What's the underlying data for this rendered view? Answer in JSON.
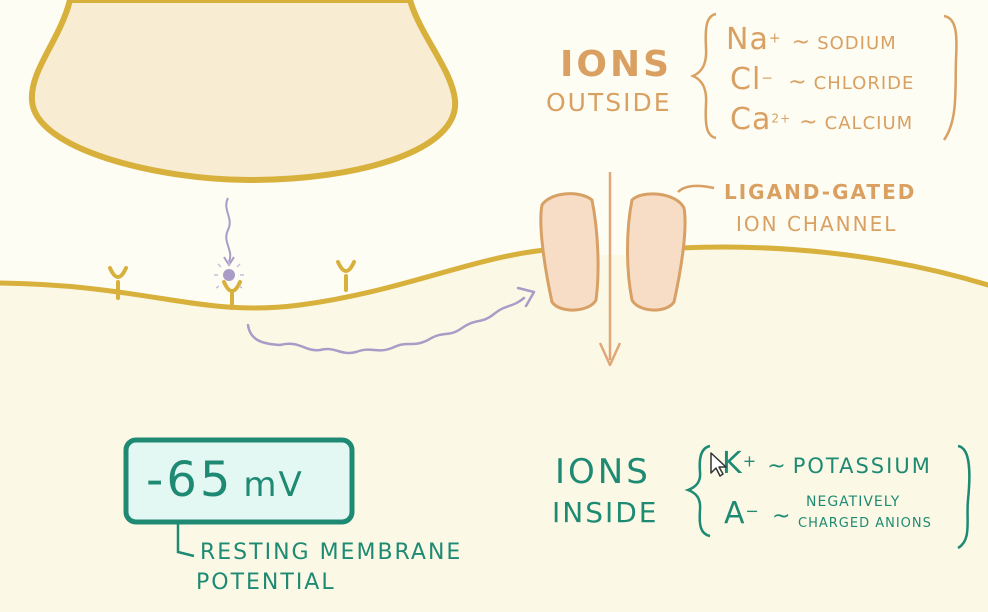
{
  "colors": {
    "membrane": "#d8b03c",
    "cell_fill": "#f8ecd2",
    "inside_fill": "#fbf9e6",
    "outside_fill": "#fdfdf3",
    "channel_fill": "#f7ddc6",
    "channel_stroke": "#d8a064",
    "orange_text": "#d9a062",
    "purple_neurotransmitter": "#a99cc7",
    "teal": "#1f8a73",
    "voltage_box_fill": "#e4f8f3"
  },
  "ions_outside": {
    "heading_line1": "IONS",
    "heading_line2": "OUTSIDE",
    "items": [
      {
        "symbol": "Na",
        "sup": "+",
        "name": "SODIUM"
      },
      {
        "symbol": "Cl",
        "sup": "−",
        "name": "CHLORIDE"
      },
      {
        "symbol": "Ca",
        "sup": "2+",
        "name": "CALCIUM"
      }
    ]
  },
  "channel_label": {
    "line1": "LIGAND-GATED",
    "line2": "ION CHANNEL"
  },
  "ions_inside": {
    "heading_line1": "IONS",
    "heading_line2": "INSIDE",
    "items": [
      {
        "symbol": "K",
        "sup": "+",
        "name_line1": "POTASSIUM",
        "name_line2": ""
      },
      {
        "symbol": "A",
        "sup": "−",
        "name_line1": "NEGATIVELY",
        "name_line2": "CHARGED ANIONS"
      }
    ]
  },
  "tilde": "~",
  "voltage": {
    "value": "-65",
    "unit": "mV",
    "caption_line1": "RESTING MEMBRANE",
    "caption_line2": "POTENTIAL"
  }
}
